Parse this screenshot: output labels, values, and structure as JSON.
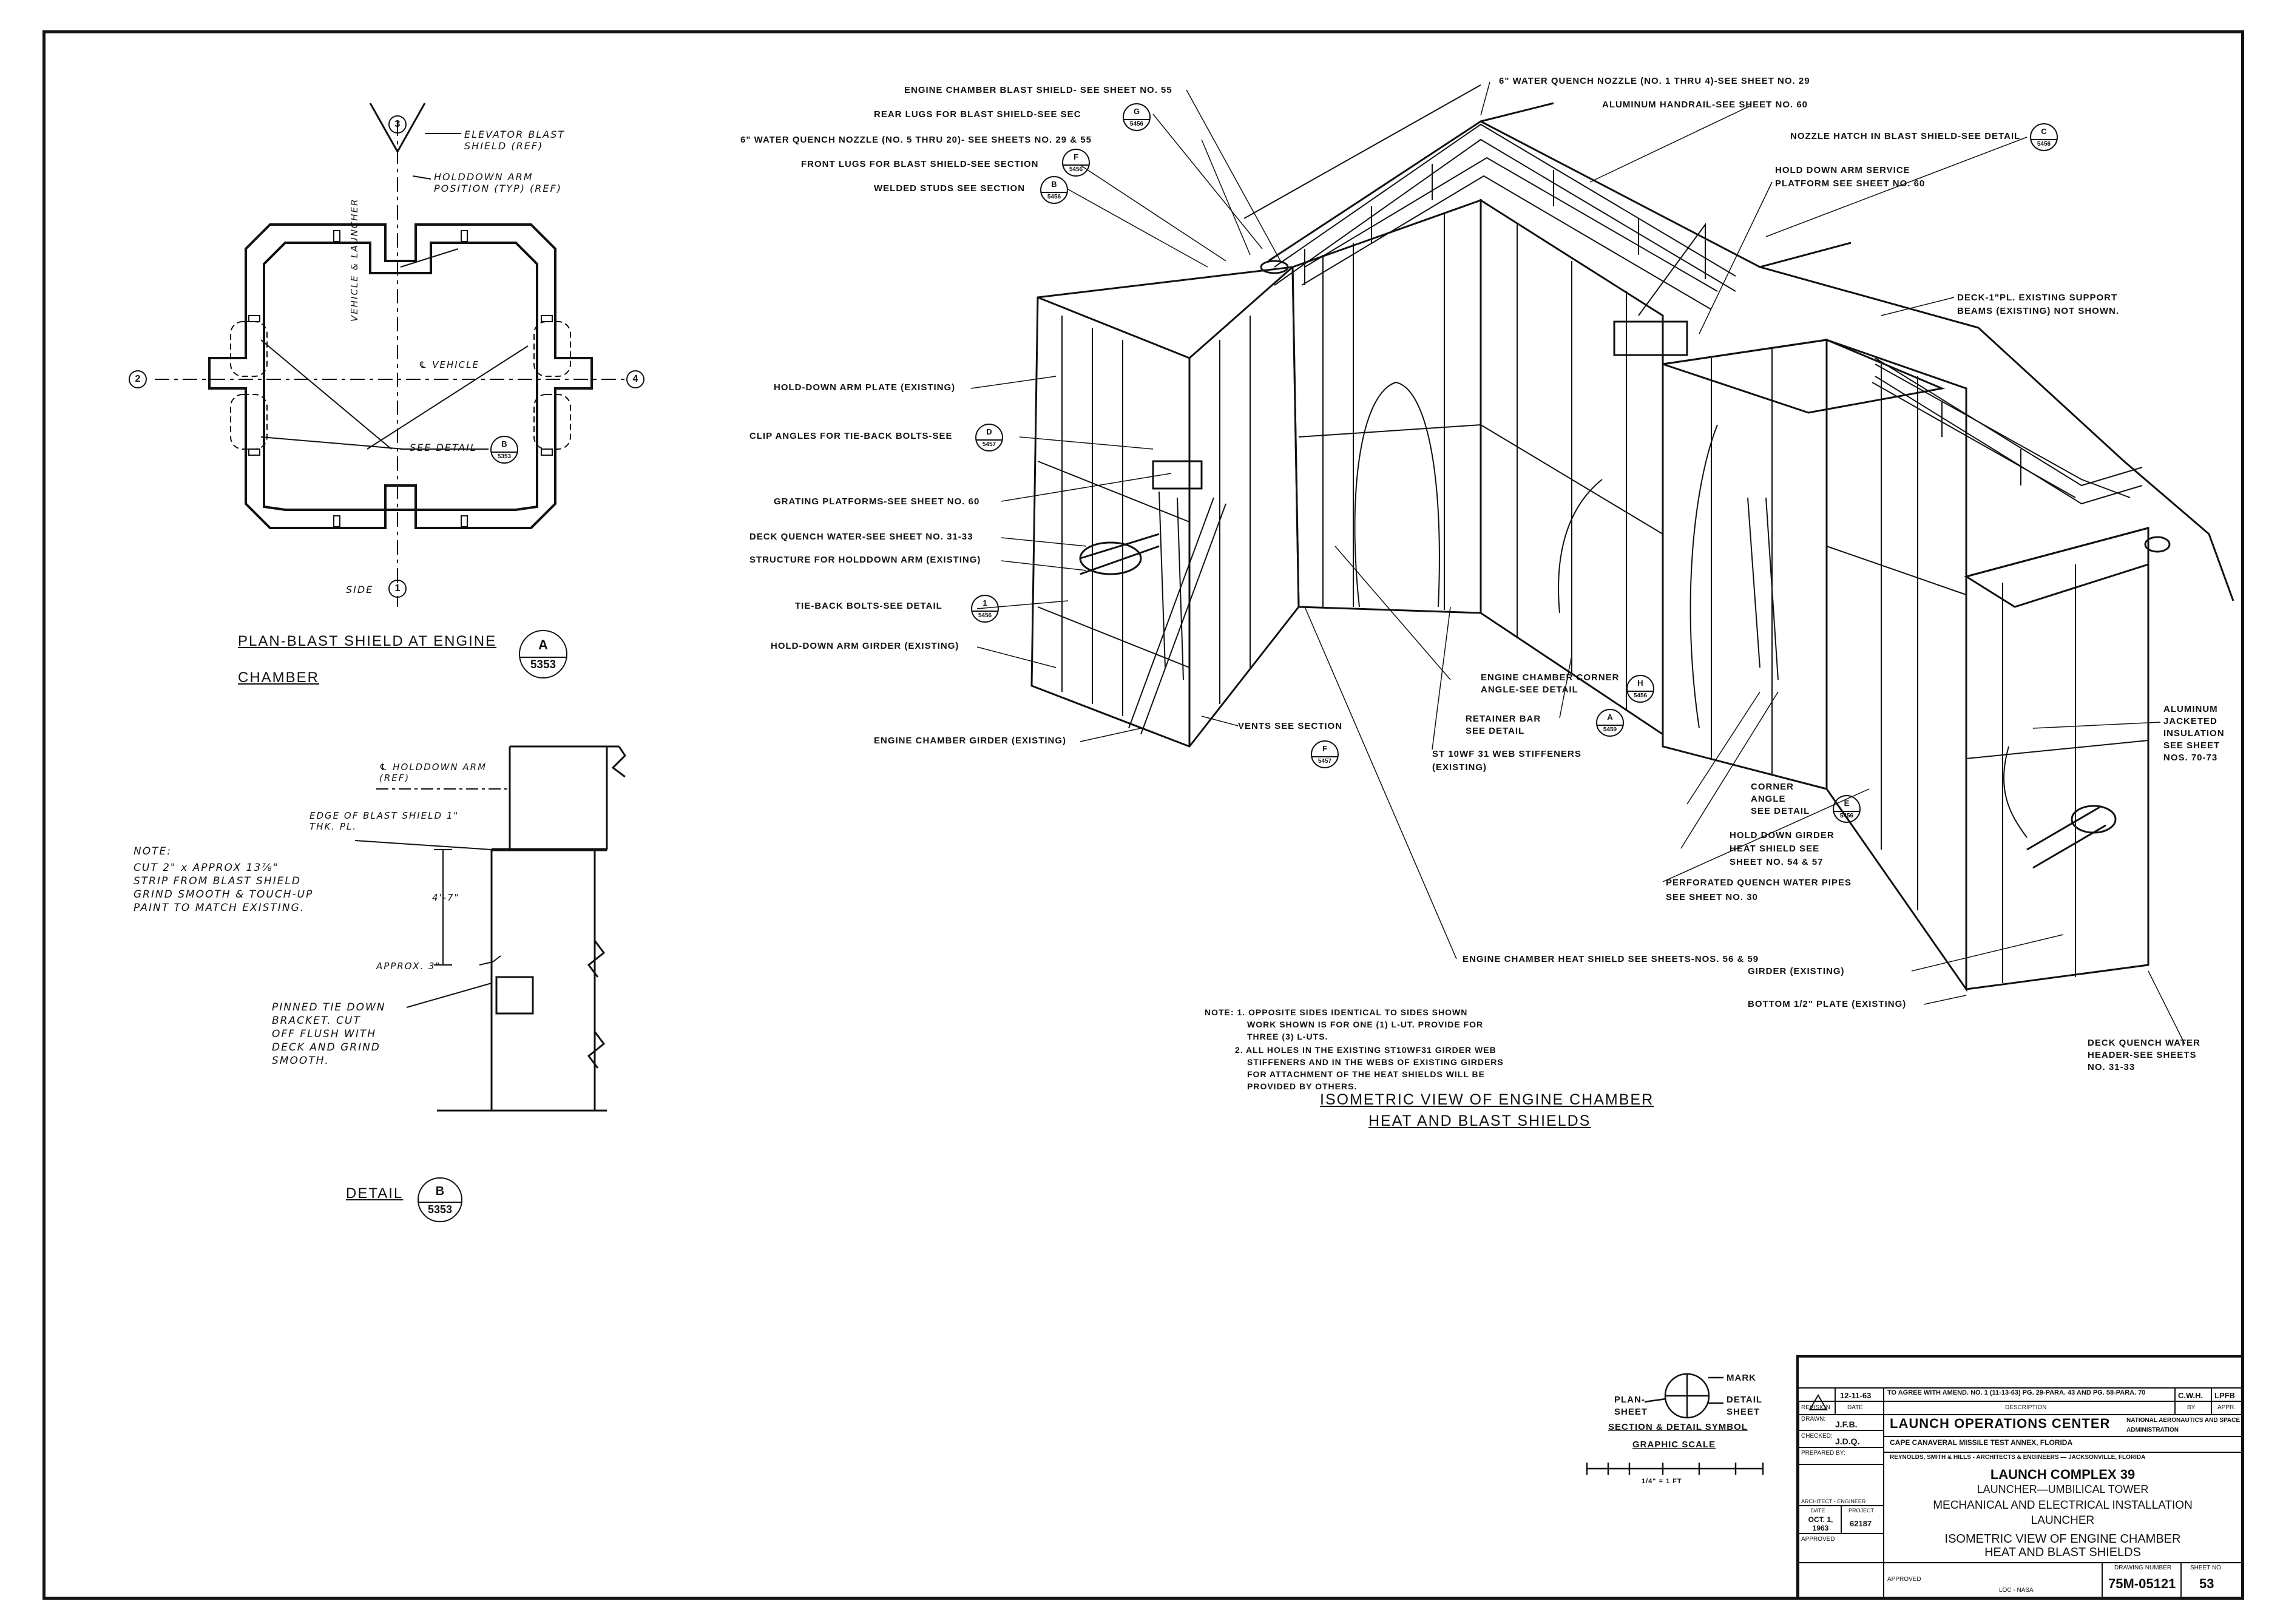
{
  "plan": {
    "title_line1": "PLAN-BLAST SHIELD AT ENGINE",
    "title_line2": "CHAMBER",
    "ref_letter": "A",
    "ref_sheet": "5353",
    "elevator_label": "ELEVATOR BLAST SHIELD (REF)",
    "holddown_label": "HOLDDOWN ARM POSITION (TYP) (REF)",
    "vehicle_launcher_label": "VEHICLE & LAUNCHER",
    "cl_vehicle_label": "℄ VEHICLE",
    "see_detail_label": "SEE DETAIL",
    "see_detail_letter": "B",
    "see_detail_sheet": "5353",
    "side_label": "SIDE",
    "axes": [
      "3",
      "2",
      "4",
      "1"
    ]
  },
  "detail_b": {
    "title": "DETAIL",
    "ref_letter": "B",
    "ref_sheet": "5353",
    "holddown_label": "℄ HOLDDOWN ARM (REF)",
    "edge_label": "EDGE OF BLAST SHIELD 1\" THK. PL.",
    "dim_vertical": "4'-7\"",
    "approx_label": "APPROX. 3\"",
    "note_title": "NOTE:",
    "note_lines": [
      "CUT 2\" x APPROX 13⅞\"",
      "STRIP FROM BLAST SHIELD",
      "GRIND SMOOTH & TOUCH-UP",
      "PAINT TO MATCH EXISTING."
    ],
    "bracket_lines": [
      "PINNED TIE DOWN",
      "BRACKET. CUT",
      "OFF FLUSH WITH",
      "DECK AND GRIND",
      "SMOOTH."
    ]
  },
  "iso": {
    "title_line1": "ISOMETRIC VIEW OF ENGINE CHAMBER",
    "title_line2": "HEAT AND BLAST SHIELDS",
    "callouts_left": [
      {
        "text": "ENGINE CHAMBER BLAST SHIELD- SEE SHEET NO. 55"
      },
      {
        "text": "REAR LUGS FOR BLAST SHIELD-SEE SEC",
        "ref": "G",
        "sheet": "5456"
      },
      {
        "text": "6\" WATER QUENCH NOZZLE (NO. 5 THRU 20)- SEE SHEETS NO. 29 & 55"
      },
      {
        "text": "FRONT LUGS FOR BLAST SHIELD-SEE SECTION",
        "ref": "F",
        "sheet": "5456"
      },
      {
        "text": "WELDED STUDS SEE SECTION",
        "ref": "B",
        "sheet": "5456"
      },
      {
        "text": "HOLD-DOWN ARM PLATE (EXISTING)"
      },
      {
        "text": "CLIP ANGLES FOR TIE-BACK BOLTS-SEE",
        "ref": "D",
        "sheet": "5457"
      },
      {
        "text": "GRATING PLATFORMS-SEE SHEET NO. 60"
      },
      {
        "text": "DECK QUENCH WATER-SEE SHEET NO. 31-33"
      },
      {
        "text": "STRUCTURE FOR HOLDDOWN ARM (EXISTING)"
      },
      {
        "text": "TIE-BACK BOLTS-SEE DETAIL",
        "ref": "1",
        "sheet": "5456"
      },
      {
        "text": "HOLD-DOWN ARM GIRDER (EXISTING)"
      },
      {
        "text": "ENGINE CHAMBER GIRDER (EXISTING)"
      }
    ],
    "callouts_right": [
      {
        "text": "6\" WATER QUENCH NOZZLE (NO. 1 THRU 4)-SEE SHEET NO. 29"
      },
      {
        "text": "ALUMINUM HANDRAIL-SEE SHEET NO. 60"
      },
      {
        "text": "NOZZLE HATCH IN BLAST SHIELD-SEE DETAIL",
        "ref": "C",
        "sheet": "5456"
      },
      {
        "text": "HOLD DOWN ARM SERVICE"
      },
      {
        "text": "PLATFORM SEE SHEET NO. 60"
      },
      {
        "text": "DECK-1\"PL. EXISTING SUPPORT"
      },
      {
        "text": "BEAMS (EXISTING) NOT SHOWN."
      }
    ],
    "insulation_lines": [
      "ALUMINUM",
      "JACKETED",
      "INSULATION",
      "SEE SHEET",
      "NOS. 70-73"
    ],
    "vents_label": "VENTS SEE SECTION",
    "vents_ref": "F",
    "vents_sheet": "5457",
    "corner_angle_label": [
      "ENGINE CHAMBER CORNER",
      "ANGLE-SEE DETAIL"
    ],
    "corner_angle_ref": "H",
    "corner_angle_sheet": "5456",
    "retainer_label": [
      "RETAINER BAR",
      "SEE DETAIL"
    ],
    "retainer_ref": "A",
    "retainer_sheet": "5459",
    "stiffener_label": [
      "ST 10WF 31 WEB STIFFENERS",
      "(EXISTING)"
    ],
    "corner_label": [
      "CORNER",
      "ANGLE",
      "SEE DETAIL"
    ],
    "corner_ref": "E",
    "corner_sheet": "5456",
    "heatshield_girder_label": [
      "HOLD DOWN GIRDER",
      "HEAT SHIELD SEE",
      "SHEET NO. 54 & 57"
    ],
    "perforated_label": [
      "PERFORATED QUENCH WATER PIPES",
      "SEE SHEET NO. 30"
    ],
    "heat_shield_label": "ENGINE CHAMBER HEAT SHIELD SEE SHEETS-NOS. 56 & 59",
    "girder_label": "GIRDER (EXISTING)",
    "bottom_plate_label": "BOTTOM 1/2\" PLATE (EXISTING)",
    "deck_quench_label": [
      "DECK QUENCH WATER",
      "HEADER-SEE SHEETS",
      "NO. 31-33"
    ],
    "note_lines": [
      "NOTE: 1. OPPOSITE SIDES IDENTICAL TO SIDES SHOWN",
      "WORK SHOWN IS FOR ONE (1) L-UT. PROVIDE FOR",
      "THREE (3) L-UTS.",
      "2. ALL HOLES IN THE EXISTING ST10WF31 GIRDER WEB",
      "STIFFENERS AND IN THE WEBS OF EXISTING GIRDERS",
      "FOR ATTACHMENT OF THE HEAT SHIELDS WILL BE",
      "PROVIDED BY OTHERS."
    ]
  },
  "symbol": {
    "plan_sheet": [
      "PLAN-",
      "SHEET"
    ],
    "mark": "MARK",
    "detail_sheet": [
      "DETAIL",
      "SHEET"
    ],
    "caption": "SECTION & DETAIL SYMBOL",
    "scale_caption": "GRAPHIC SCALE",
    "scale_note": "1/4\" = 1 FT"
  },
  "title_block": {
    "revision_date": "12-11-63",
    "revision_desc": "TO AGREE WITH AMEND. NO. 1 (11-13-63) PG. 29-PARA. 43 AND PG. 58-PARA. 70",
    "revision_by": "C.W.H.",
    "revision_appr": "LPFB",
    "col_revision": "REVISION",
    "col_date": "DATE",
    "col_description": "DESCRIPTION",
    "col_by": "BY",
    "col_appr": "APPR.",
    "drawn_label": "DRAWN:",
    "drawn_by": "J.F.B.",
    "checked_label": "CHECKED:",
    "checked_by": "J.D.Q.",
    "prepared_label": "PREPARED BY:",
    "architect_label": "ARCHITECT - ENGINEER",
    "date_label": "DATE",
    "project_label": "PROJECT",
    "date": "OCT. 1, 1963",
    "project": "62187",
    "approved_label": "APPROVED",
    "approved2_label": "APPROVED",
    "loc_nasa": "LOC - NASA",
    "org": "LAUNCH OPERATIONS CENTER",
    "nasa": "NATIONAL AERONAUTICS AND SPACE ADMINISTRATION",
    "location": "CAPE CANAVERAL MISSILE TEST ANNEX, FLORIDA",
    "firm": "REYNOLDS, SMITH & HILLS - ARCHITECTS & ENGINEERS — JACKSONVILLE, FLORIDA",
    "complex": "LAUNCH COMPLEX 39",
    "tower": "LAUNCHER—UMBILICAL TOWER",
    "installation": "MECHANICAL AND ELECTRICAL INSTALLATION",
    "launcher": "LAUNCHER",
    "sheet_title1": "ISOMETRIC VIEW OF ENGINE CHAMBER",
    "sheet_title2": "HEAT AND BLAST SHIELDS",
    "drawing_number_label": "DRAWING NUMBER",
    "drawing_number": "75M-05121",
    "sheet_no_label": "SHEET NO.",
    "sheet_no": "53"
  }
}
